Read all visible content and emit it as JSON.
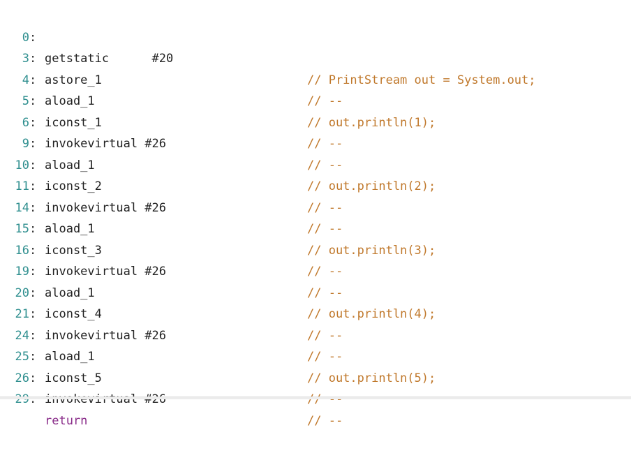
{
  "colors": {
    "line_number": "#2f8f8f",
    "instruction": "#222222",
    "keyword": "#8a2d8a",
    "comment": "#c0782b",
    "background": "#ffffff"
  },
  "lines": [
    {
      "num": "0",
      "instr": "getstatic      #20",
      "comment": "// PrintStream out = System.out;"
    },
    {
      "num": "3",
      "instr": "astore_1",
      "comment": "// --"
    },
    {
      "num": "4",
      "instr": "aload_1",
      "comment": "// out.println(1);"
    },
    {
      "num": "5",
      "instr": "iconst_1",
      "comment": "// --"
    },
    {
      "num": "6",
      "instr": "invokevirtual #26",
      "comment": "// --"
    },
    {
      "num": "9",
      "instr": "aload_1",
      "comment": "// out.println(2);"
    },
    {
      "num": "10",
      "instr": "iconst_2",
      "comment": "// --"
    },
    {
      "num": "11",
      "instr": "invokevirtual #26",
      "comment": "// --"
    },
    {
      "num": "14",
      "instr": "aload_1",
      "comment": "// out.println(3);"
    },
    {
      "num": "15",
      "instr": "iconst_3",
      "comment": "// --"
    },
    {
      "num": "16",
      "instr": "invokevirtual #26",
      "comment": "// --"
    },
    {
      "num": "19",
      "instr": "aload_1",
      "comment": "// out.println(4);"
    },
    {
      "num": "20",
      "instr": "iconst_4",
      "comment": "// --"
    },
    {
      "num": "21",
      "instr": "invokevirtual #26",
      "comment": "// --"
    },
    {
      "num": "24",
      "instr": "aload_1",
      "comment": "// out.println(5);"
    },
    {
      "num": "25",
      "instr": "iconst_5",
      "comment": "// --"
    },
    {
      "num": "26",
      "instr": "invokevirtual #26",
      "comment": "// --"
    },
    {
      "num": "29",
      "instr": "return",
      "comment": ""
    }
  ]
}
